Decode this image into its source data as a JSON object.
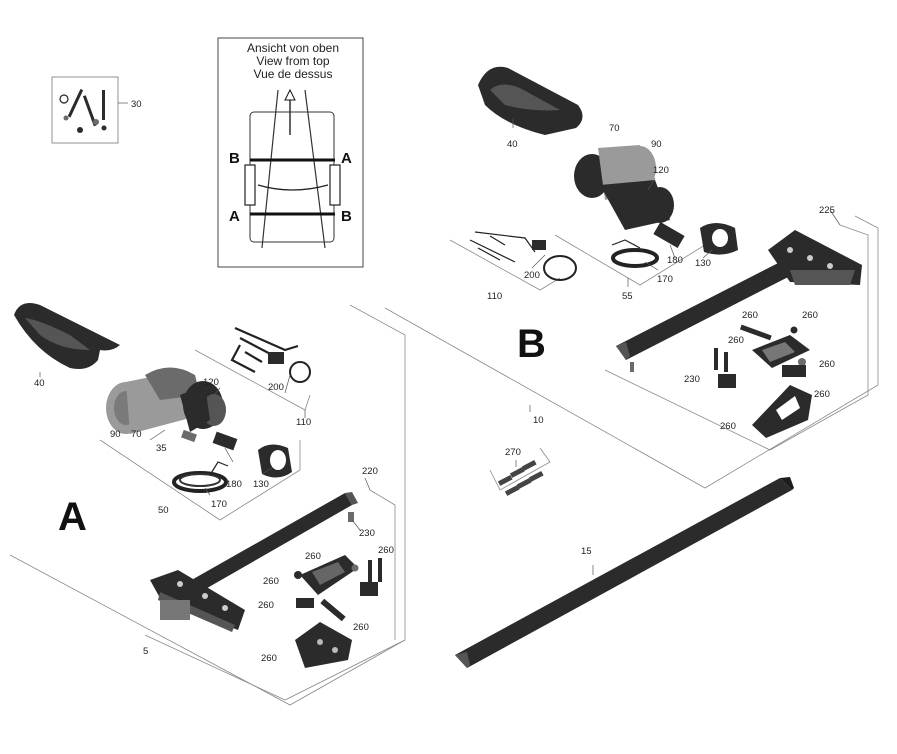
{
  "inset": {
    "title_de": "Ansicht von oben",
    "title_en": "View from top",
    "title_fr": "Vue de dessus",
    "mark_a": "A",
    "mark_b": "B"
  },
  "assemblies": {
    "a": "A",
    "b": "B"
  },
  "part_numbers": {
    "p5": "5",
    "p10": "10",
    "p15": "15",
    "p30": "30",
    "p35": "35",
    "p40": "40",
    "p50": "50",
    "p55": "55",
    "p70": "70",
    "p90": "90",
    "p110": "110",
    "p120": "120",
    "p130": "130",
    "p170": "170",
    "p180": "180",
    "p200": "200",
    "p220": "220",
    "p225": "225",
    "p230": "230",
    "p260": "260",
    "p270": "270"
  }
}
